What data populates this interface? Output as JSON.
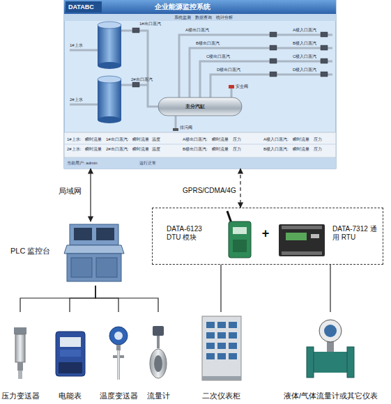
{
  "diagram": {
    "nodes": [
      {
        "text": [
          "企业能源监控系统"
        ]
      },
      {
        "text": [
          "PLC 监控台"
        ]
      },
      {
        "text": [
          "+"
        ]
      },
      {
        "text": [
          "DATA-6123 DTU 模块"
        ],
        "in": 2
      },
      {
        "text": [
          "DATA-7312 通用 RTU"
        ],
        "in": 2
      },
      {
        "text": [
          "压力变送器"
        ]
      },
      {
        "text": [
          "电能表"
        ]
      },
      {
        "text": [
          "温度变送器"
        ]
      },
      {
        "text": [
          "流量计"
        ]
      },
      {
        "text": [
          "二次仪表柜"
        ]
      },
      {
        "text": [
          "液体/气体流量计或其它仪表"
        ]
      }
    ],
    "edges": [
      {
        "from": 0,
        "to": 1,
        "label": "局域网",
        "arrow": "both"
      },
      {
        "from": 0,
        "to": 2,
        "label": "GPRS/CDMA/4G",
        "arrow": "both"
      },
      {
        "from": 1,
        "to": 5,
        "arrow": "none"
      },
      {
        "from": 1,
        "to": 6,
        "arrow": "none"
      },
      {
        "from": 1,
        "to": 7,
        "arrow": "none"
      },
      {
        "from": 1,
        "to": 8,
        "arrow": "none"
      },
      {
        "from": 2,
        "to": 9,
        "arrow": "none"
      },
      {
        "from": 2,
        "to": 10,
        "arrow": "none"
      }
    ],
    "labels": [
      "DATABC",
      "系统监测",
      "数据查询",
      "统计分析",
      "1#上水",
      "2#上水",
      "1#出口蒸汽",
      "2#出口蒸汽",
      "A楼出口蒸汽",
      "B楼出口蒸汽",
      "C楼出口蒸汽",
      "D楼出口蒸汽",
      "A楼入口蒸汽",
      "B楼入口蒸汽",
      "C楼入口蒸汽",
      "D楼入口蒸汽",
      "主分汽缸",
      "安全阀",
      "排污阀",
      "1#上水:",
      "瞬时流量",
      "2#上水:",
      "瞬时流量",
      "1#出口蒸汽:",
      "瞬时流量",
      "温度",
      "2#出口蒸汽:",
      "瞬时流量",
      "温度",
      "A楼出口蒸汽:",
      "瞬时流量",
      "压力",
      "B楼出口蒸汽:",
      "瞬时流量",
      "压力",
      "A楼入口蒸汽:",
      "瞬时流量",
      "压力",
      "B楼入口蒸汽:",
      "瞬时流量",
      "压力",
      "当前用户: admin",
      "运行正常"
    ]
  }
}
